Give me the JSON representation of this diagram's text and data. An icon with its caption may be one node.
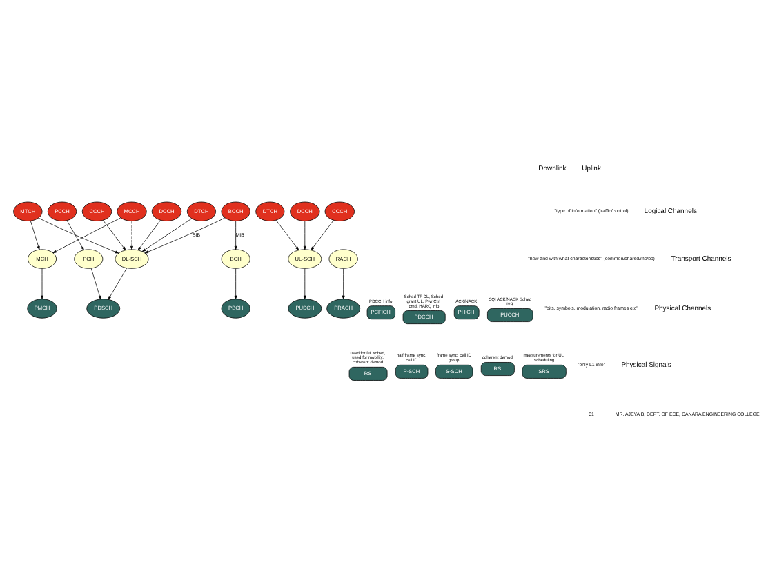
{
  "diagram": {
    "nodes": [
      {
        "text": [
          "PCCH"
        ]
      },
      {
        "text": [
          "MTCH"
        ]
      },
      {
        "text": [
          "MCCH"
        ]
      },
      {
        "text": [
          "BCCH"
        ]
      },
      {
        "text": [
          "DTCH"
        ]
      },
      {
        "text": [
          "DCCH"
        ]
      },
      {
        "text": [
          "CCCH"
        ]
      },
      {
        "text": [
          "DTCH"
        ]
      },
      {
        "text": [
          "DCCH"
        ]
      },
      {
        "text": [
          "CCCH"
        ]
      },
      {
        "text": [
          "PCH"
        ]
      },
      {
        "text": [
          "MCH"
        ]
      },
      {
        "text": [
          "BCH"
        ]
      },
      {
        "text": [
          "DL-SCH"
        ]
      },
      {
        "text": [
          "UL-SCH"
        ]
      },
      {
        "text": [
          "RACH"
        ]
      },
      {
        "text": [
          "PMCH"
        ]
      },
      {
        "text": [
          "PBCH"
        ]
      },
      {
        "text": [
          "PDSCH"
        ]
      },
      {
        "text": [
          "PCFICH"
        ],
        "beside": [
          "PDCCH info"
        ]
      },
      {
        "text": [
          "PDCCH"
        ],
        "beside": [
          "Sched TF DL, Sched grant UL, Pwr Ctrl cmd, HARQ info"
        ]
      },
      {
        "text": [
          "PHICH"
        ],
        "beside": [
          "ACK/NACK"
        ]
      },
      {
        "text": [
          "PUCCH"
        ],
        "beside": [
          "CQI ACK/NACK Sched req"
        ]
      },
      {
        "text": [
          "PUSCH"
        ]
      },
      {
        "text": [
          "PRACH"
        ]
      },
      {
        "text": [
          "RS"
        ],
        "beside": [
          "used for DL sched, used for mobility, coherent demod"
        ]
      },
      {
        "text": [
          "P-SCH"
        ],
        "beside": [
          "half frame sync, cell ID"
        ]
      },
      {
        "text": [
          "S-SCH"
        ],
        "beside": [
          "frame sync, cell ID group"
        ]
      },
      {
        "text": [
          "RS"
        ],
        "beside": [
          "coherent demod"
        ]
      },
      {
        "text": [
          "SRS"
        ],
        "beside": [
          "measurements for UL scheduling"
        ]
      }
    ],
    "edges": [
      {
        "from": 0,
        "to": 10,
        "arrow": "to"
      },
      {
        "from": 1,
        "to": 11,
        "arrow": "to"
      },
      {
        "from": 2,
        "to": 11,
        "arrow": "to"
      },
      {
        "from": 1,
        "to": 13,
        "arrow": "to"
      },
      {
        "from": 2,
        "to": 13,
        "arrow": "to",
        "style": "dashed"
      },
      {
        "from": 3,
        "to": 12,
        "arrow": "to",
        "label": "MIB"
      },
      {
        "from": 3,
        "to": 13,
        "arrow": "to",
        "label": "SIB"
      },
      {
        "from": 4,
        "to": 13,
        "arrow": "to"
      },
      {
        "from": 5,
        "to": 13,
        "arrow": "to"
      },
      {
        "from": 6,
        "to": 13,
        "arrow": "to"
      },
      {
        "from": 7,
        "to": 14,
        "arrow": "to"
      },
      {
        "from": 8,
        "to": 14,
        "arrow": "to"
      },
      {
        "from": 9,
        "to": 14,
        "arrow": "to"
      },
      {
        "from": 10,
        "to": 18,
        "arrow": "to"
      },
      {
        "from": 11,
        "to": 16,
        "arrow": "to"
      },
      {
        "from": 12,
        "to": 17,
        "arrow": "to"
      },
      {
        "from": 13,
        "to": 18,
        "arrow": "to"
      },
      {
        "from": 14,
        "to": 23,
        "arrow": "to"
      },
      {
        "from": 15,
        "to": 24,
        "arrow": "to"
      }
    ],
    "labels": [
      "Downlink",
      "Uplink",
      "Logical Channels",
      "\"type of information\" (traffic/control)",
      "Transport Channels",
      "\"how and with what characteristics\" (common/shared/mc/bc)",
      "Physical Channels",
      "\"bits, symbols, modulation, radio frames etc\"",
      "Physical Signals",
      "\"only L1 info\"",
      "MR. AJEYA B, DEPT. OF ECE, CANARA ENGINEERING COLLEGE",
      "31"
    ]
  }
}
